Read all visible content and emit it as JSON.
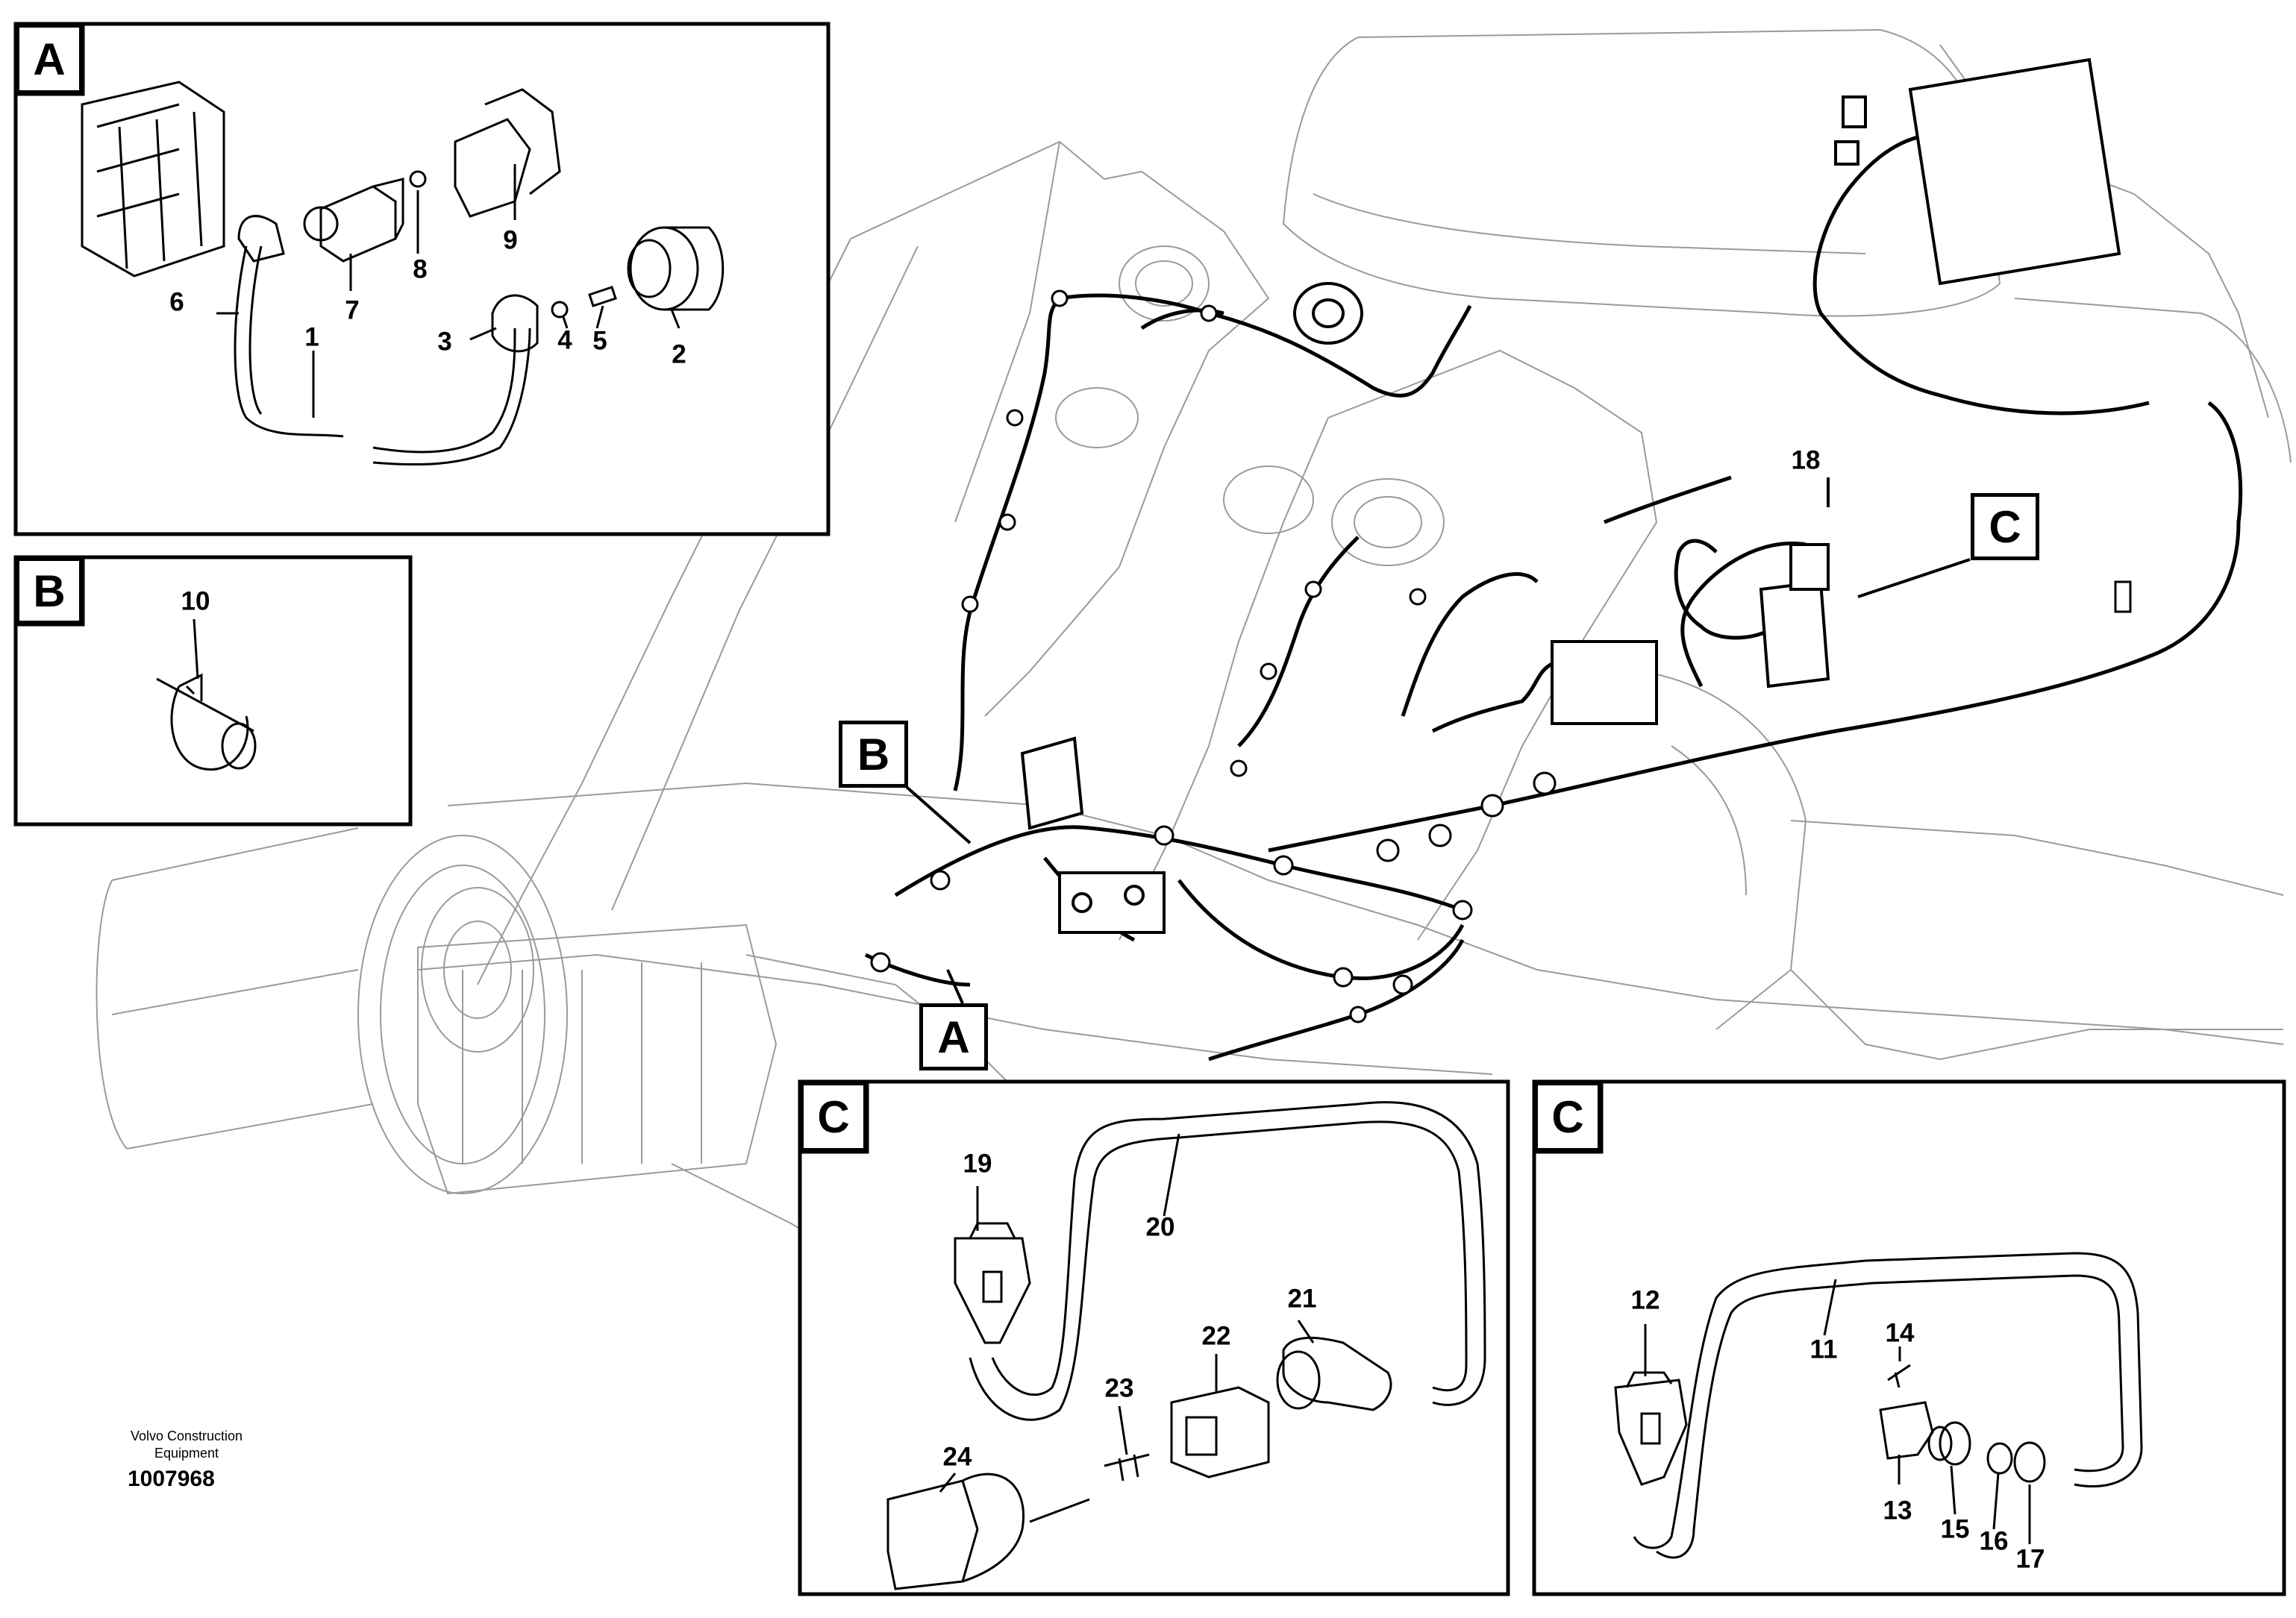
{
  "detail_tags": {
    "a_inset": "A",
    "b_inset": "B",
    "c_inset_left": "C",
    "c_inset_right": "C",
    "b_pointer": "B",
    "a_pointer": "A",
    "c_pointer": "C"
  },
  "callouts": {
    "n1": "1",
    "n2": "2",
    "n3": "3",
    "n4": "4",
    "n5": "5",
    "n6": "6",
    "n7": "7",
    "n8": "8",
    "n9": "9",
    "n10": "10",
    "n11": "11",
    "n12": "12",
    "n13": "13",
    "n14": "14",
    "n15": "15",
    "n16": "16",
    "n17": "17",
    "n18": "18",
    "n19": "19",
    "n20": "20",
    "n21": "21",
    "n22": "22",
    "n23": "23",
    "n24": "24"
  },
  "credit": {
    "line1": "Volvo Construction",
    "line2": "Equipment"
  },
  "document_number": "1007968",
  "colors": {
    "ink": "#000000",
    "paper": "#ffffff",
    "ghost_lines": "#9a9a9a"
  }
}
